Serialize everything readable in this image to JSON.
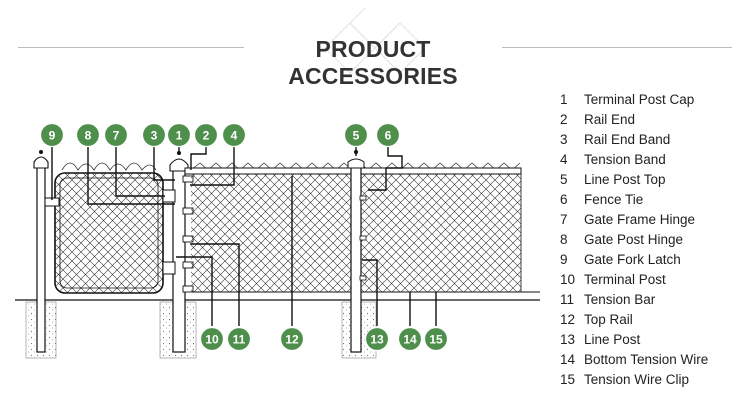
{
  "header": {
    "title": "PRODUCT ACCESSORIES"
  },
  "colors": {
    "badge_fill": "#4e8f4b",
    "badge_text": "#ffffff",
    "line": "#111111",
    "header_rule": "#bdbdbd"
  },
  "callouts": [
    {
      "number": "1",
      "label": "Terminal Post Cap"
    },
    {
      "number": "2",
      "label": "Rail End"
    },
    {
      "number": "3",
      "label": "Rail End Band"
    },
    {
      "number": "4",
      "label": "Tension Band"
    },
    {
      "number": "5",
      "label": "Line Post Top"
    },
    {
      "number": "6",
      "label": "Fence Tie"
    },
    {
      "number": "7",
      "label": "Gate Frame Hinge"
    },
    {
      "number": "8",
      "label": "Gate Post Hinge"
    },
    {
      "number": "9",
      "label": "Gate Fork Latch"
    },
    {
      "number": "10",
      "label": "Terminal Post"
    },
    {
      "number": "11",
      "label": "Tension Bar"
    },
    {
      "number": "12",
      "label": "Top Rail"
    },
    {
      "number": "13",
      "label": "Line Post"
    },
    {
      "number": "14",
      "label": "Bottom Tension Wire"
    },
    {
      "number": "15",
      "label": "Tension Wire Clip"
    }
  ]
}
